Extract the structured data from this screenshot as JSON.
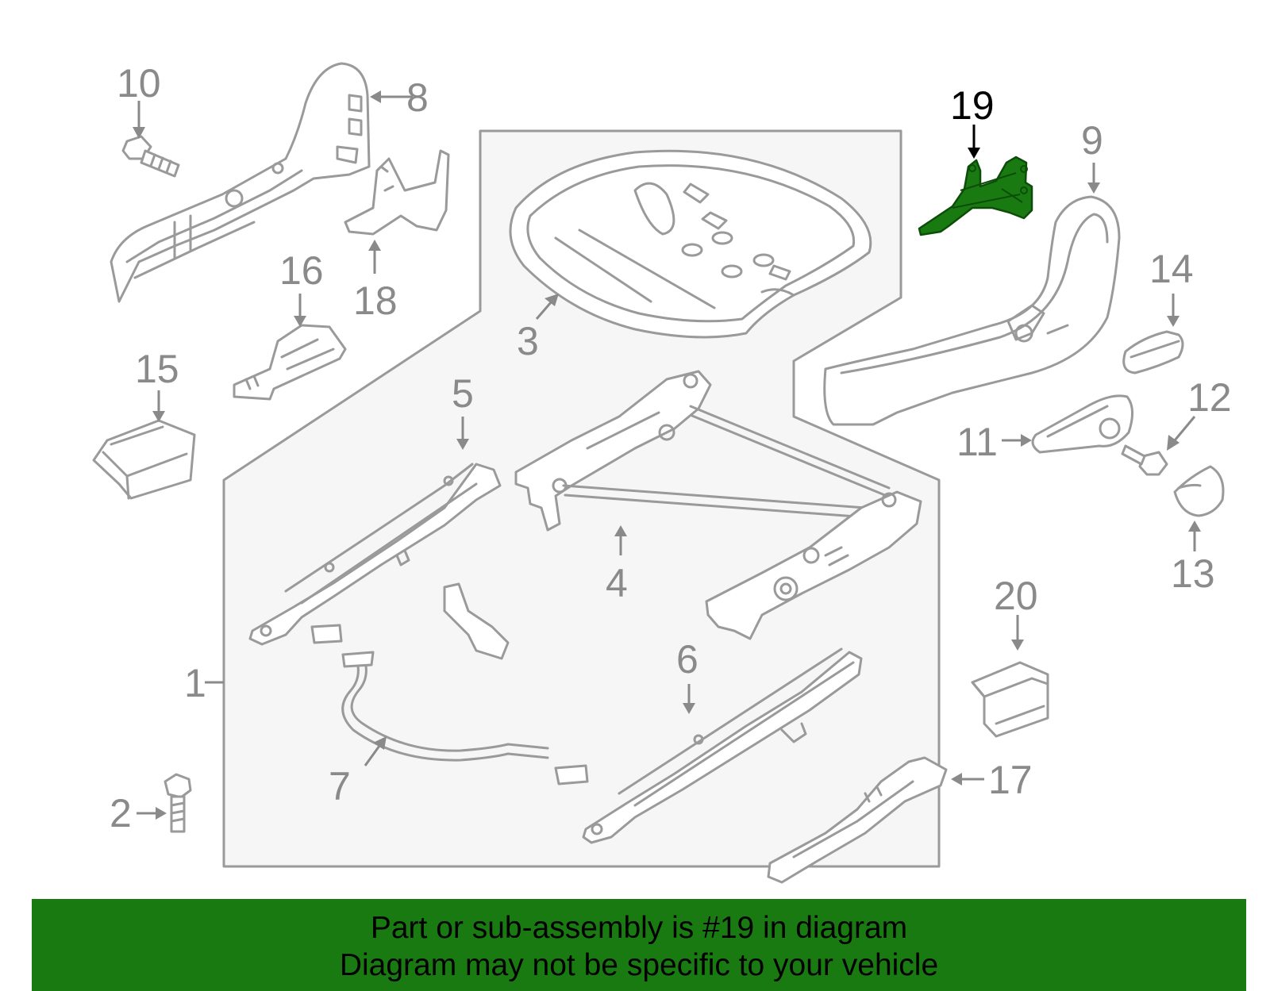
{
  "diagram": {
    "highlight_color": "#1a7a12",
    "highlighted_part": "19",
    "part_numbers": {
      "p1": "1",
      "p2": "2",
      "p3": "3",
      "p4": "4",
      "p5": "5",
      "p6": "6",
      "p7": "7",
      "p8": "8",
      "p9": "9",
      "p10": "10",
      "p11": "11",
      "p12": "12",
      "p13": "13",
      "p14": "14",
      "p15": "15",
      "p16": "16",
      "p17": "17",
      "p18": "18",
      "p19": "19",
      "p20": "20"
    }
  },
  "banner": {
    "background": "#1a7a12",
    "line1": "Part or sub-assembly is #19 in diagram",
    "line2": "Diagram may not be specific to your vehicle"
  }
}
